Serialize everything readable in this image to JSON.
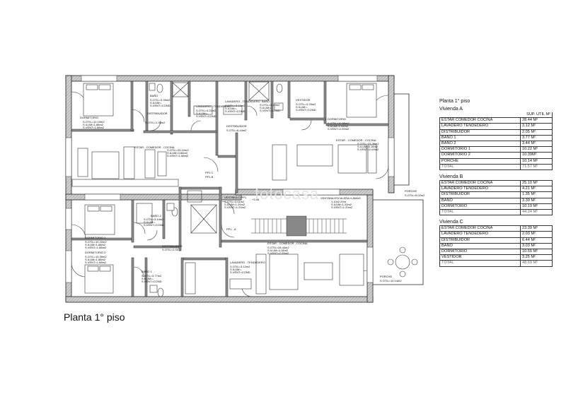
{
  "title": "Planta 1° piso",
  "watermark": "fotocasa",
  "rooms": {
    "dormitorio_a1": {
      "name": "DORMITORIO",
      "lines": [
        "S.OTIL=10.19m2",
        "S.ILUM=1.88m2",
        "S.VENT=1.88m2"
      ]
    },
    "bano_a1": {
      "name": "BAÑO",
      "lines": [
        "S.OTIL=3.39m2",
        "S.ILUM=-",
        "S.VENT=COND."
      ]
    },
    "distribuidor_a1": {
      "name": "DISTRIBUIDOR",
      "lines": [
        "S.OTIL=1.35m2"
      ]
    },
    "lavadero_b": {
      "name": "LAVADERO - TENDEDERO",
      "lines": [
        "S.OTIL=4.21m2",
        "S.ILUM=-",
        "S.VENT=COND."
      ]
    },
    "lavadero_a": {
      "name": "LAVADERO - TENDEDERO",
      "lines": [
        "S.OTIL=3.12m2",
        "S.ILUM=-",
        "S.VENT=COND."
      ]
    },
    "bano_a2": {
      "name": "BAÑO",
      "lines": [
        "S.OTIL=3.12m2",
        "S.ILUM=-",
        "S.VENT=COND."
      ]
    },
    "vestidor": {
      "name": "VESTIDOR",
      "lines": [
        "S.OTIL=3.25m2",
        "S.ILUM=-",
        "S.VENT=COND."
      ]
    },
    "dormitorio_a2": {
      "name": "DORMITORIO",
      "lines": [
        "S.OTIL=10.55m2",
        "S.ILUM=2.09m2",
        "S.VENT=2.09m2"
      ]
    },
    "distribuidor_a2": {
      "name": "DISTRIBUIDOR",
      "lines": [
        "S.OTIL=6.44m2"
      ]
    },
    "estar_b": {
      "name": "ESTAR - COMEDOR - COCINA",
      "lines": [
        "S.OTIL=25.10m2",
        "S.ILUM=3.66m2",
        "S.VENT=1.88m2"
      ]
    },
    "estar_a": {
      "name": "ESTAR - COMEDOR - COCINA",
      "lines": [
        "S.OTIL=23.39m2",
        "S.ILUM=4.18m2",
        "S.VENT=2.09m2"
      ]
    },
    "vestibulo": {
      "name": "VESTIBULO PP1",
      "lines": [
        "S.OTIL=3.61m2",
        "S.ILUM=1.20m2",
        "S.VENT=1.20m2"
      ]
    },
    "ventana": {
      "name": "VENTANA ESCALERA+LAMAS",
      "lines": [
        "1.10x2.20m",
        "S.ILUM=1.20m2",
        "S.VENT=1.20m2"
      ]
    },
    "dormitorio_c1": {
      "name": "DORMITORIO 1",
      "lines": [
        "S.OTIL=10.22m2",
        "S.ILUM=1.88m2",
        "S.VENT=1.88m2"
      ]
    },
    "dormitorio_c2": {
      "name": "DORMITORIO 2",
      "lines": [
        "S.OTIL=10.39m2",
        "S.ILUM=1.88m2",
        "S.VENT=1.88m2"
      ]
    },
    "bano_c2": {
      "name": "BAÑO 2",
      "lines": [
        "S.OTIL=3.44m2",
        "S.ILUM=-",
        "S.VENT=COND."
      ]
    },
    "distribuidor_c": {
      "name": "DISTRIBUIDOR",
      "lines": [
        "S.OTIL=2.05"
      ]
    },
    "bano_c1": {
      "name": "BAÑO 1",
      "lines": [
        "S.OTIL=3.77m2",
        "S.ILUM=-",
        "S.VENT=COND."
      ]
    },
    "lavadero_c": {
      "name": "LAVADERO - TENDEDERO",
      "lines": [
        "S.OTIL=3.12m2",
        "S.ILUM=-",
        "S.VENT=COND."
      ]
    },
    "estar_c": {
      "name": "ESTAR - COMEDOR - COCINA",
      "lines": [
        "S.OTIL=28.44m2",
        "S.ILUM=4.18m2",
        "S.VENT=2.09m2"
      ]
    },
    "porche_c": {
      "name": "PORCHE",
      "lines": [
        "S.OTIL=10.14m2"
      ]
    },
    "porche_top": {
      "name": "PORCHE",
      "lines": [
        "S.OTIL=5.02m2"
      ]
    }
  },
  "doors": {
    "ppc": "PP1 C",
    "ppb": "PP1 B",
    "ppa": "PP1 - A",
    "level": "+3.95"
  },
  "tables": {
    "header": "Planta 1° piso",
    "col_header": "SUP. UTIL M²",
    "groups": [
      {
        "title": "Vivienda A",
        "rows": [
          {
            "name": "ESTAR COMEDOR COCINA",
            "value": "28.44 M²"
          },
          {
            "name": "LAVADERO TENDEDERO",
            "value": "3.12 M²"
          },
          {
            "name": "DISTRIBUIDOR",
            "value": "2.05 M²"
          },
          {
            "name": "BAÑO 1",
            "value": "3.77 M²"
          },
          {
            "name": "BAÑO 2",
            "value": "3.44 M²"
          },
          {
            "name": "DORMITORIO 1",
            "value": "10.22 M²"
          },
          {
            "name": "DORMITORIO 2",
            "value": "10.39M²"
          },
          {
            "name": "PORCHE",
            "value": "10.14 M²"
          }
        ],
        "total": {
          "name": "TOTAL",
          "value": "71.57 M²"
        }
      },
      {
        "title": "Vivienda B",
        "rows": [
          {
            "name": "ESTAR COMEDOR COCINA",
            "value": "25.10 M²"
          },
          {
            "name": "LAVADERO TENDEDERO",
            "value": "4.21 M²"
          },
          {
            "name": "DISTRIBUIDOR",
            "value": "1.35 M²"
          },
          {
            "name": "BAÑO",
            "value": "3.39 M²"
          },
          {
            "name": "DORMITORIO",
            "value": "10.19 M²"
          }
        ],
        "total": {
          "name": "TOTAL",
          "value": "44.24 M²"
        }
      },
      {
        "title": "Vivienda C",
        "rows": [
          {
            "name": "ESTAR COMEDOR COCINA",
            "value": "23.39 M²"
          },
          {
            "name": "LAVADERO TENDEDERO",
            "value": "2.03 M²"
          },
          {
            "name": "DISTRIBUIDOR",
            "value": "6.44 M²"
          },
          {
            "name": "BAÑO",
            "value": "3.03 M²"
          },
          {
            "name": "DORMITORIO",
            "value": "10.55 M²"
          },
          {
            "name": "VESTIDOR",
            "value": "3.25 M²"
          }
        ],
        "total": {
          "name": "TOTAL",
          "value": "48.69 M²"
        }
      }
    ]
  }
}
